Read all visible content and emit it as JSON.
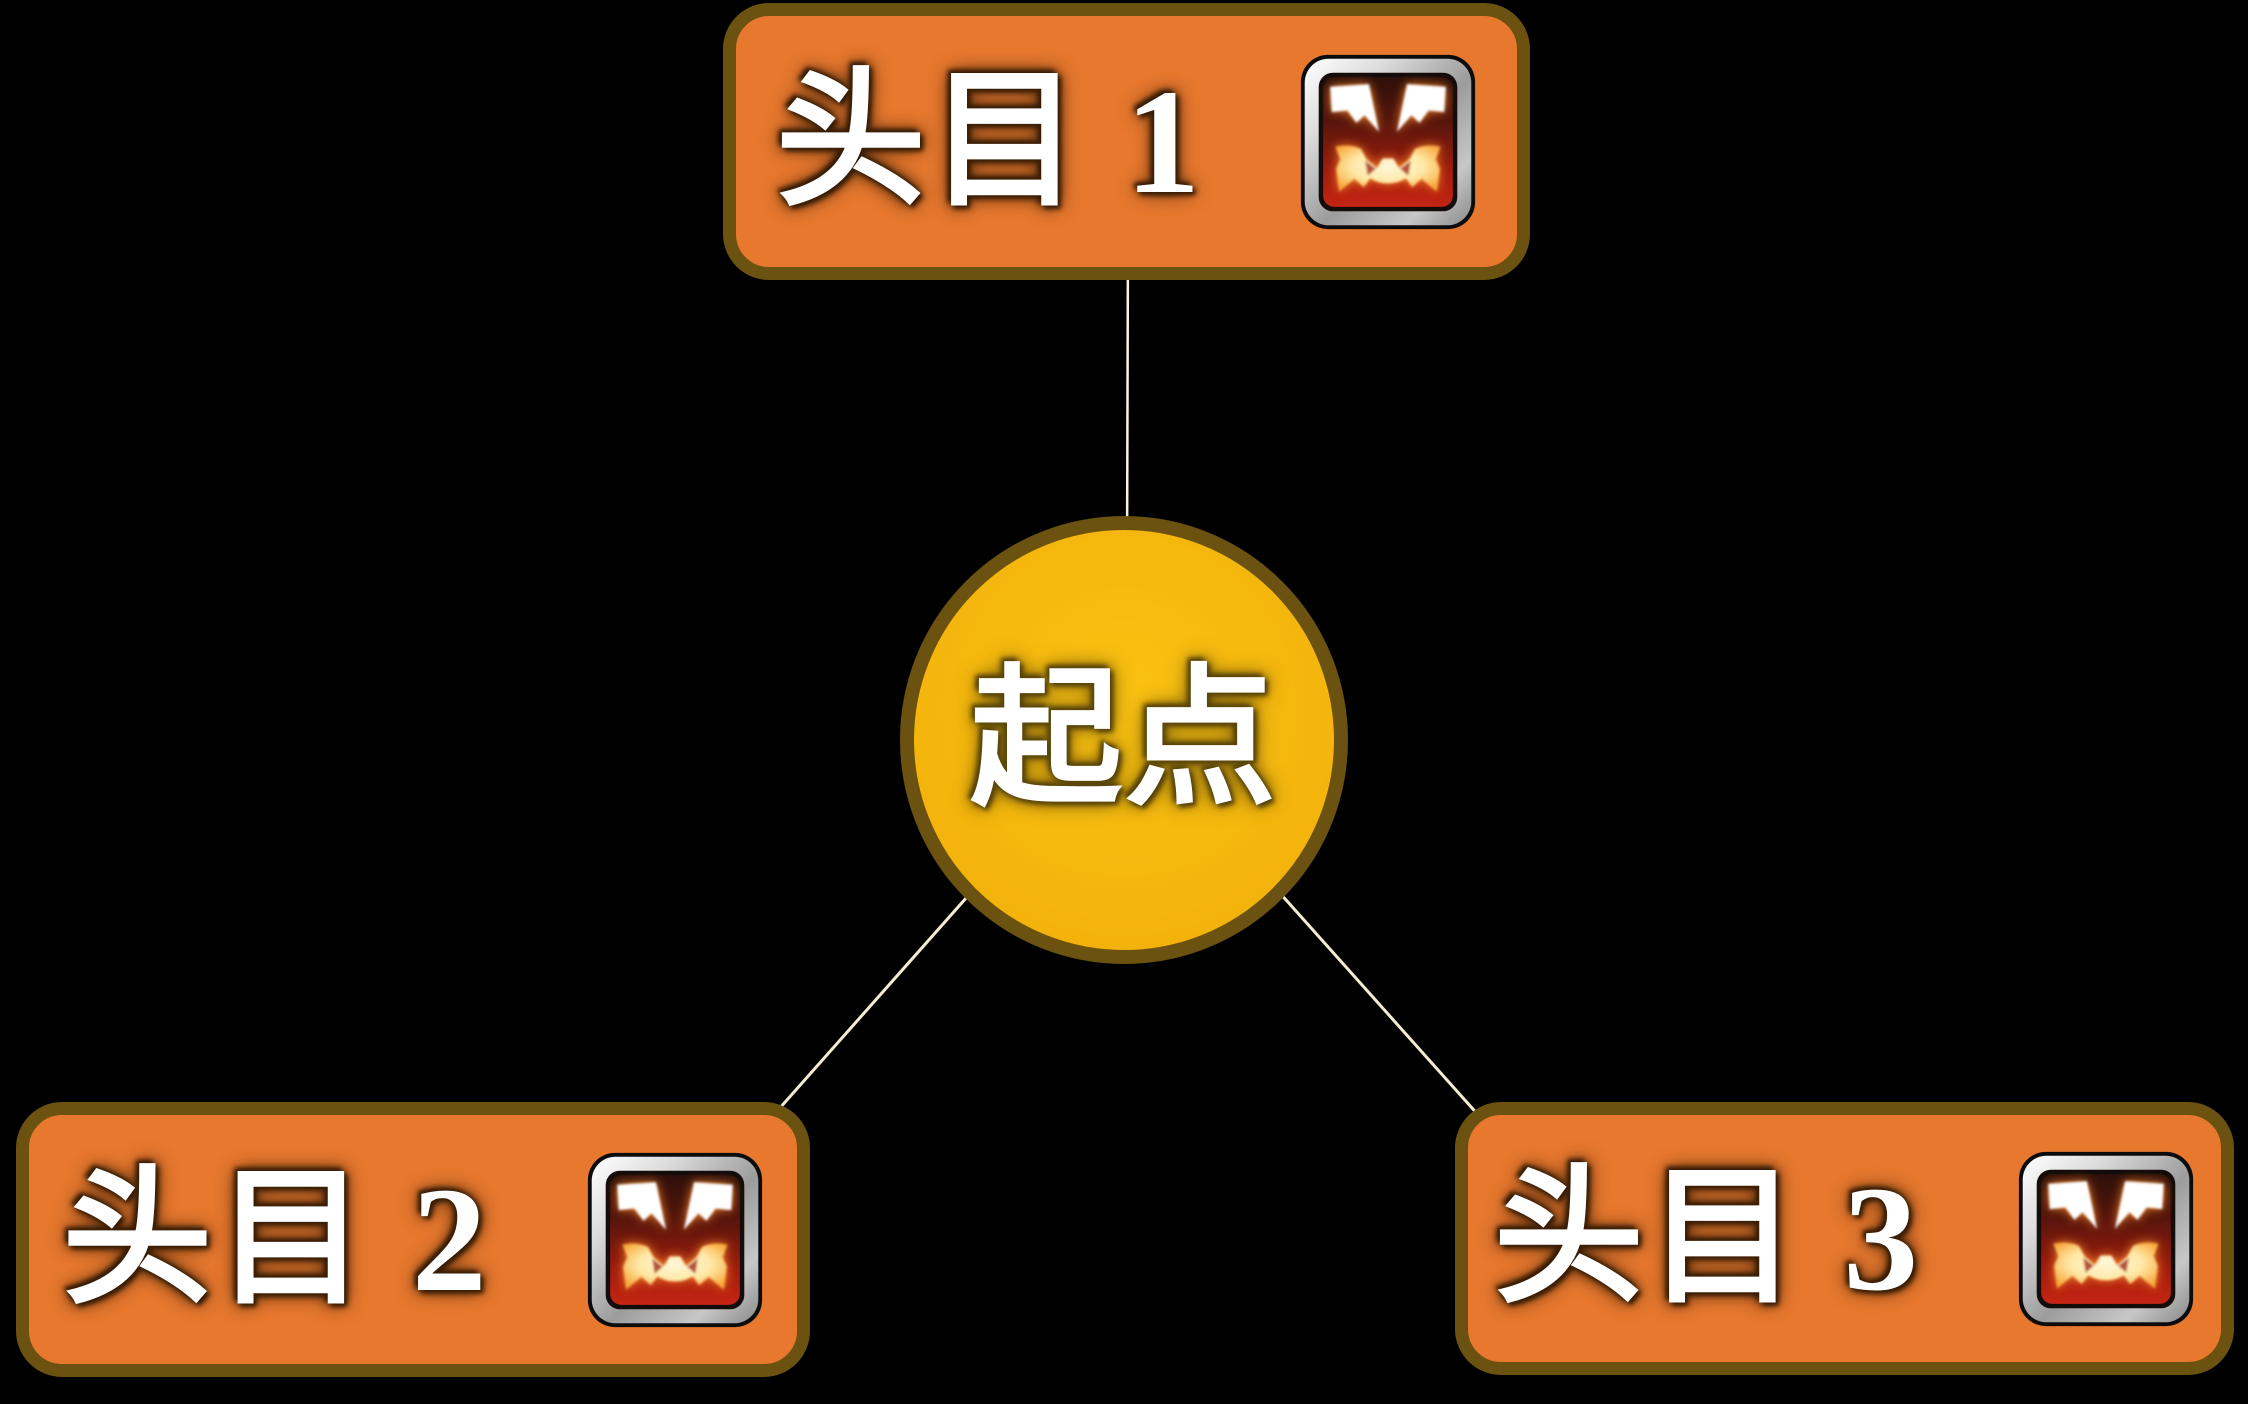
{
  "page": {
    "background": "#000000",
    "description_labels": {
      "start_node": "起点",
      "boss_prefix": "头目"
    }
  },
  "graph": {
    "start_node": {
      "label": "起点"
    },
    "boss_nodes": [
      {
        "label": "头目 1"
      },
      {
        "label": "头目 2"
      },
      {
        "label": "头目 3"
      }
    ],
    "edges": [
      {
        "from": "start",
        "to": "boss-1"
      },
      {
        "from": "start",
        "to": "boss-2"
      },
      {
        "from": "start",
        "to": "boss-3"
      }
    ],
    "icons": {
      "boss_icon_name": "demon-face-icon"
    },
    "colors": {
      "background": "#000000",
      "boss_node_fill": "#E7782E",
      "node_border": "#6B5210",
      "start_node_fill": "#F5B90E",
      "edge_line": "#F5EFD8",
      "label_text": "#FFFFFF",
      "label_halo_boss": "#3A1F06",
      "label_halo_start": "#5A470B",
      "icon_frame_silver": "#C9C9C9",
      "icon_red_bottom": "#C62412",
      "icon_red_top": "#2E100A",
      "icon_face_glow": "#FF8C28"
    }
  }
}
